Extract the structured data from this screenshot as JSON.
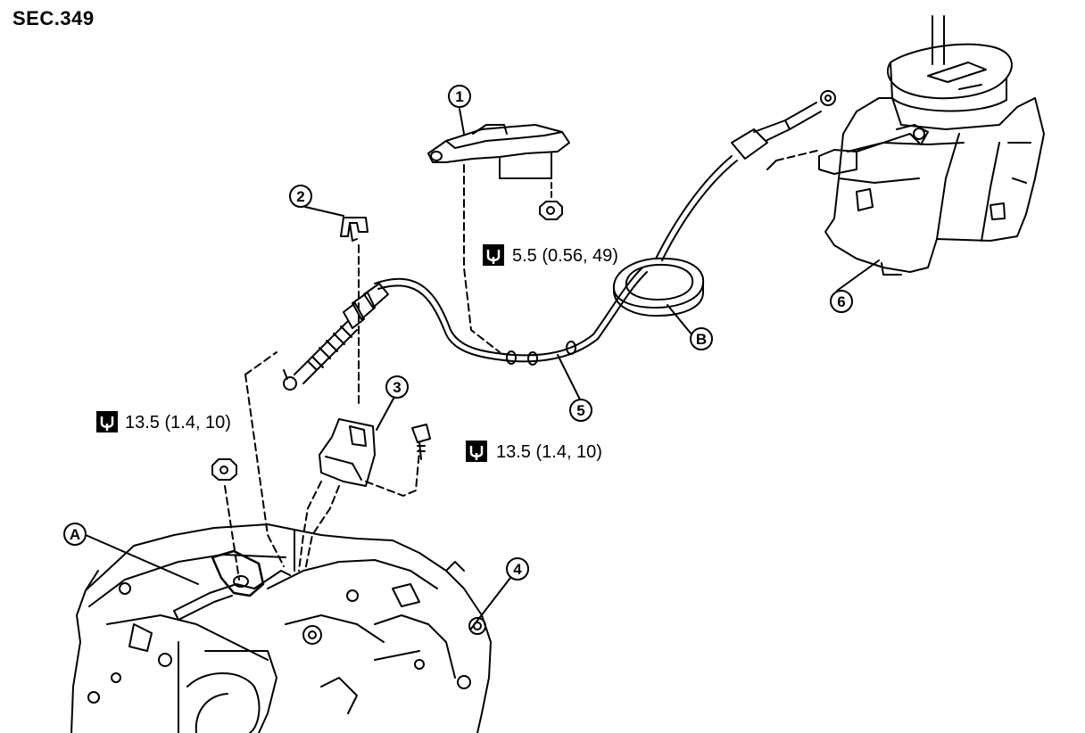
{
  "section_label": "SEC.349",
  "callouts": {
    "part1": "1",
    "part2": "2",
    "part3": "3",
    "part4": "4",
    "part5": "5",
    "part6": "6",
    "ref_a": "A",
    "ref_b": "B"
  },
  "torque_specs": {
    "nut_part1": "5.5 (0.56, 49)",
    "nut_left": "13.5 (1.4, 10)",
    "bolt_right": "13.5 (1.4, 10)"
  },
  "icons": {
    "torque": "torque-wrench-icon"
  }
}
